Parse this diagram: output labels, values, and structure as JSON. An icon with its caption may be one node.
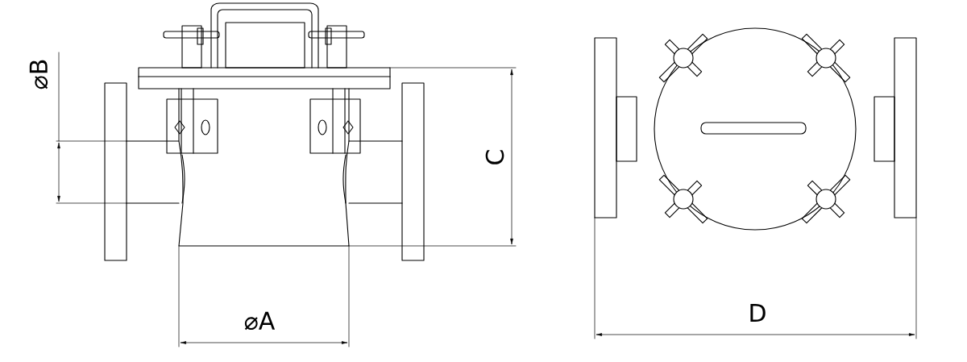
{
  "diagram": {
    "labels": [
      "⌀B",
      "C",
      "⌀A",
      "D"
    ]
  }
}
